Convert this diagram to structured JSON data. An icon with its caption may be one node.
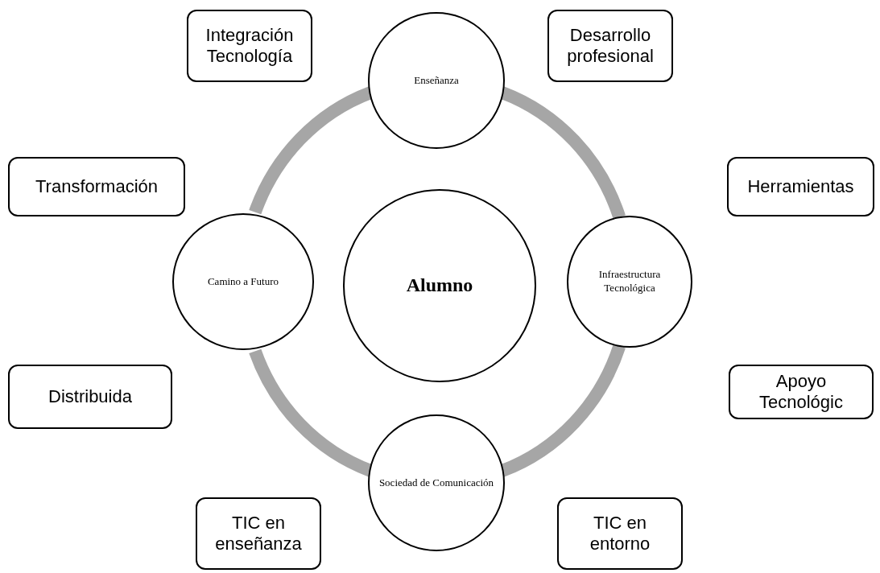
{
  "diagram": {
    "nodes": [
      {
        "text": [
          "Integración Tecnología"
        ]
      },
      {
        "text": [
          "Enseñanza"
        ]
      },
      {
        "text": [
          "Desarrollo profesional"
        ]
      },
      {
        "text": [
          "Transformación"
        ]
      },
      {
        "text": [
          "Herramientas"
        ]
      },
      {
        "text": [
          "Camino a Futuro"
        ]
      },
      {
        "text": [
          "Alumno"
        ]
      },
      {
        "text": [
          "Infraestructura Tecnológica"
        ]
      },
      {
        "text": [
          "Distribuida"
        ]
      },
      {
        "text": [
          "Apoyo Tecnológic"
        ]
      },
      {
        "text": [
          "Sociedad de Comunicación"
        ]
      },
      {
        "text": [
          "TIC en enseñanza"
        ]
      },
      {
        "text": [
          "TIC en entorno"
        ]
      }
    ],
    "edges": [
      {
        "from": 1,
        "to": 7,
        "arrow": "none"
      },
      {
        "from": 7,
        "to": 10,
        "arrow": "none"
      },
      {
        "from": 10,
        "to": 5,
        "arrow": "none"
      },
      {
        "from": 5,
        "to": 1,
        "arrow": "none"
      }
    ]
  }
}
